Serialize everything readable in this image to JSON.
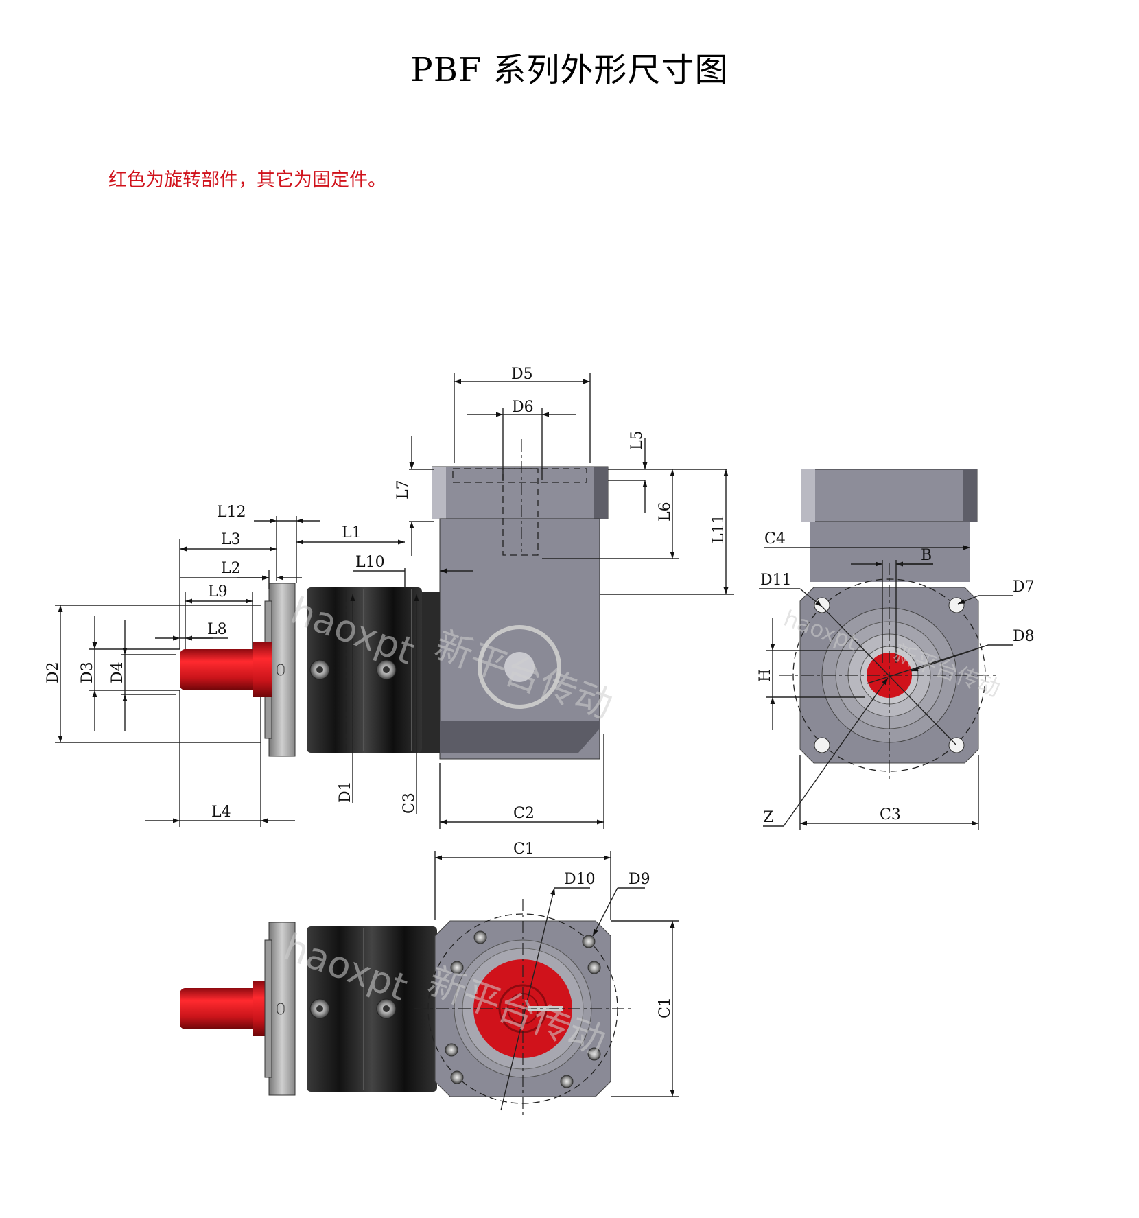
{
  "title": "PBF 系列外形尺寸图",
  "note": "红色为旋转部件，其它为固定件。",
  "watermark": {
    "latin": "haoxpt",
    "chinese": "新平台传动"
  },
  "dimension_labels": {
    "D5": "D5",
    "D6": "D6",
    "L5": "L5",
    "L7": "L7",
    "L6": "L6",
    "L11": "L11",
    "L12": "L12",
    "L1": "L1",
    "L3": "L3",
    "L2": "L2",
    "L10": "L10",
    "L9": "L9",
    "L8": "L8",
    "D2": "D2",
    "D3": "D3",
    "D4": "D4",
    "L4": "L4",
    "D1": "D1",
    "C3_side": "C3",
    "C2": "C2",
    "C4": "C4",
    "B": "B",
    "D11": "D11",
    "D7": "D7",
    "D8": "D8",
    "H": "H",
    "Z": "Z",
    "C3_end": "C3",
    "C1_top": "C1",
    "D10": "D10",
    "D9": "D9",
    "C1_right": "C1"
  },
  "colors": {
    "rotating_part": "#d0121b",
    "housing": "#8a8a96",
    "flange_black": "#1a1a1a",
    "note_text": "#d0121b"
  }
}
